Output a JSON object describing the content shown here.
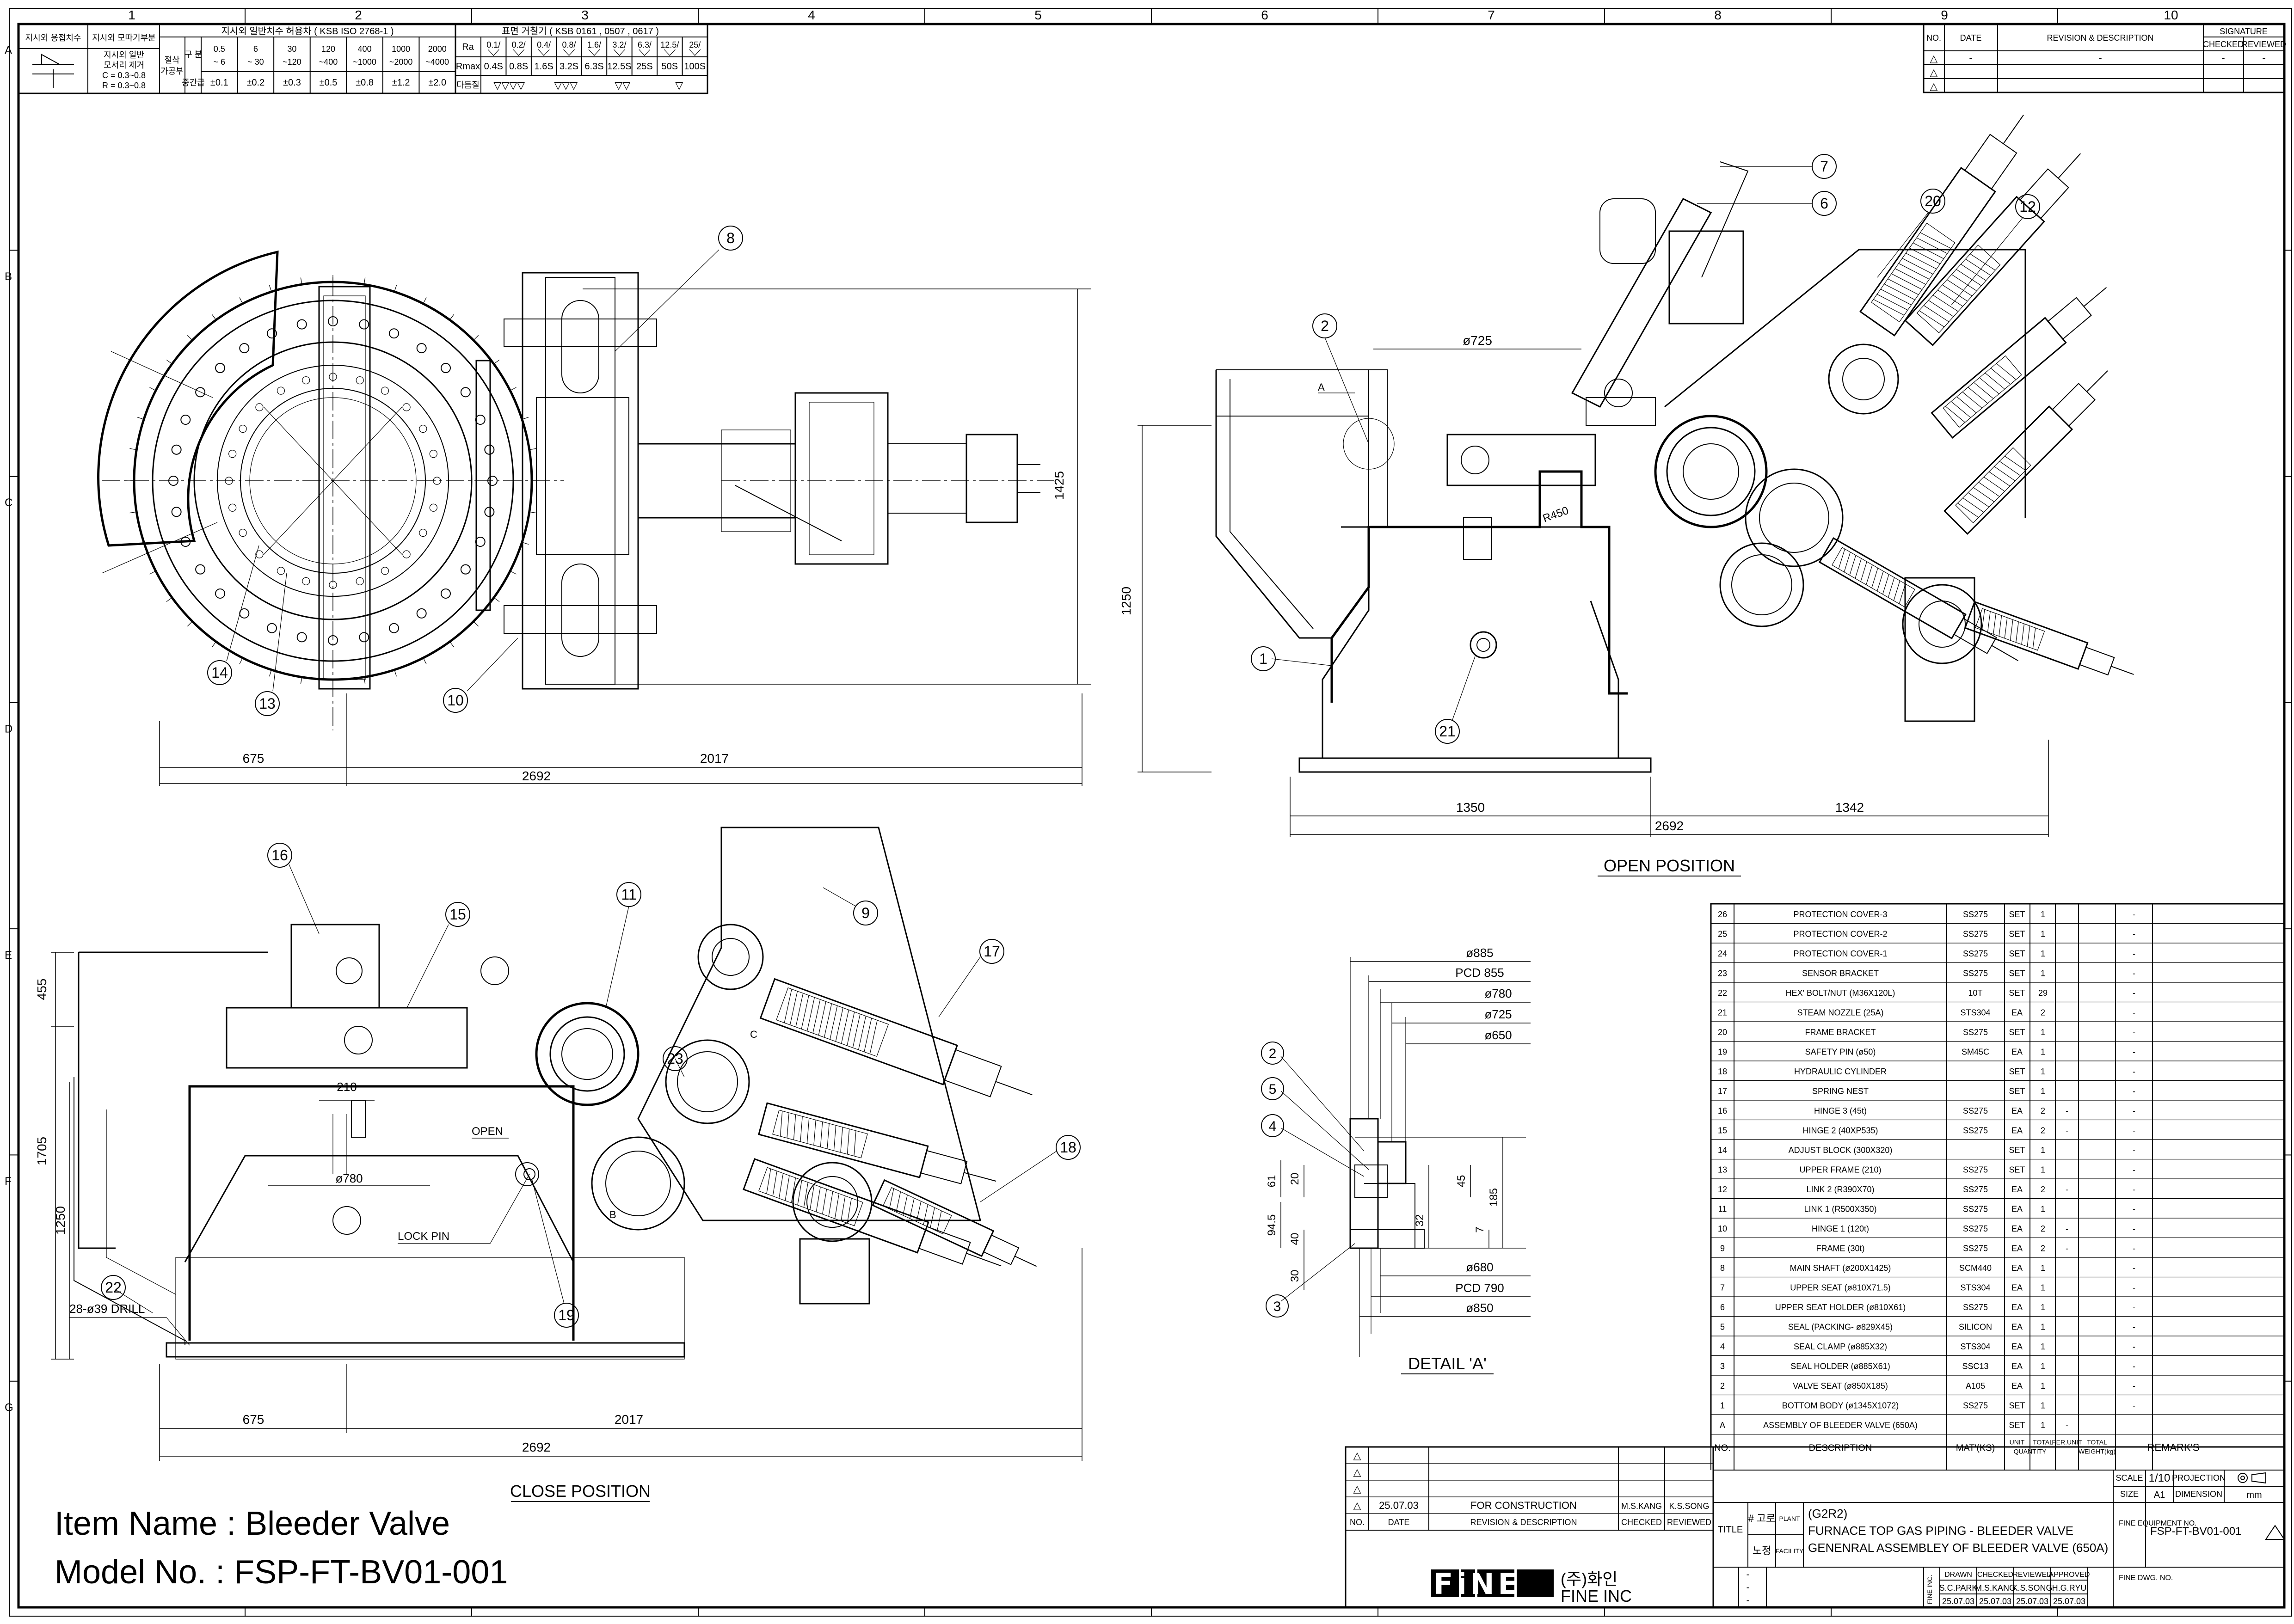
{
  "frame": {
    "col_numbers": [
      "1",
      "2",
      "3",
      "4",
      "5",
      "6",
      "7",
      "8",
      "9",
      "10"
    ],
    "row_letters": [
      "A",
      "B",
      "C",
      "D",
      "E",
      "F",
      "G"
    ]
  },
  "tolerance_table": {
    "col1_header": "지시외 용접치수",
    "col2_header": "지시외 모따기부분",
    "col2_line1": "지시외 일반",
    "col2_line2": "모서리 제거",
    "col2_line3": "C = 0.3~0.8",
    "col2_line4": "R = 0.3~0.8",
    "section_header": "지시외 일반치수 허용차 ( KSB ISO 2768-1 )",
    "side_label_1": "절삭",
    "side_label_2": "가공부",
    "row1_label": "구 분",
    "row2_label": "중간급",
    "ranges": [
      "0.5 ~ 6",
      "6 ~ 30",
      "30 ~120",
      "120 ~400",
      "400 ~1000",
      "1000 ~2000",
      "2000 ~4000"
    ],
    "tolerances": [
      "±0.1",
      "±0.2",
      "±0.3",
      "±0.5",
      "±0.8",
      "±1.2",
      "±2.0"
    ],
    "roughness_header": "표면 거칠기 ( KSB 0161 , 0507 , 0617 )",
    "ra_label": "Ra",
    "rmax_label": "Rmax",
    "finish_label": "다듬질",
    "ra_values": [
      "0.1/",
      "0.2/",
      "0.4/",
      "0.8/",
      "1.6/",
      "3.2/",
      "6.3/",
      "12.5/",
      "25/"
    ],
    "rmax_values": [
      "0.4S",
      "0.8S",
      "1.6S",
      "3.2S",
      "6.3S",
      "12.5S",
      "25S",
      "50S",
      "100S"
    ],
    "finish_symbols": [
      "▽▽▽▽",
      "▽▽▽",
      "▽▽",
      "▽"
    ]
  },
  "revision_block_top": {
    "headers": [
      "NO.",
      "DATE",
      "REVISION & DESCRIPTION",
      "SIGNATURE",
      "CHECKED",
      "REVIEWED"
    ],
    "rows": [
      {
        "no": "△",
        "date": "-",
        "desc": "-",
        "checked": "-",
        "reviewed": "-"
      },
      {
        "no": "△",
        "date": "",
        "desc": "",
        "checked": "",
        "reviewed": ""
      },
      {
        "no": "△",
        "date": "",
        "desc": "",
        "checked": "",
        "reviewed": ""
      }
    ]
  },
  "views": {
    "top_view": {
      "dims": [
        "675",
        "2017",
        "2692",
        "1425"
      ],
      "balloons": [
        "8",
        "10",
        "13",
        "14"
      ]
    },
    "open_view": {
      "title": "OPEN POSITION",
      "dims": [
        "ø725",
        "1250",
        "1350",
        "1342",
        "2692",
        "R450"
      ],
      "balloons": [
        "1",
        "2",
        "6",
        "7",
        "12",
        "20",
        "21"
      ],
      "detail_marker": "A"
    },
    "close_view": {
      "title": "CLOSE POSITION",
      "dims": [
        "455",
        "1705",
        "1250",
        "210",
        "ø780",
        "675",
        "2017",
        "2692"
      ],
      "notes": [
        "28-ø39 DRILL",
        "LOCK PIN",
        "OPEN"
      ],
      "balloons": [
        "9",
        "11",
        "15",
        "16",
        "17",
        "18",
        "19",
        "22",
        "23"
      ],
      "section_b": "B",
      "section_c": "C"
    },
    "detail_a": {
      "title": "DETAIL 'A'",
      "dims_top": [
        "ø885",
        "PCD 855",
        "ø780",
        "ø725",
        "ø650"
      ],
      "dims_bottom": [
        "ø680",
        "PCD 790",
        "ø850"
      ],
      "dims_side": [
        "61",
        "20",
        "94.5",
        "40",
        "30",
        "32",
        "45",
        "185",
        "7"
      ],
      "balloons": [
        "2",
        "5",
        "4",
        "3"
      ]
    }
  },
  "parts_list": {
    "headers": [
      "NO.",
      "DESCRIPTION",
      "MAT'(KS)",
      "UNIT",
      "TOTAL",
      "PER.UNIT",
      "TOTAL",
      "REMARK'S"
    ],
    "header_sub1": "QUANTITY",
    "header_sub2": "WEIGHT(kg)",
    "rows": [
      {
        "no": "26",
        "desc": "PROTECTION COVER-3",
        "mat": "SS275",
        "unit": "SET",
        "total": "1",
        "pu": "",
        "tw": "",
        "rem": "-"
      },
      {
        "no": "25",
        "desc": "PROTECTION COVER-2",
        "mat": "SS275",
        "unit": "SET",
        "total": "1",
        "pu": "",
        "tw": "",
        "rem": "-"
      },
      {
        "no": "24",
        "desc": "PROTECTION COVER-1",
        "mat": "SS275",
        "unit": "SET",
        "total": "1",
        "pu": "",
        "tw": "",
        "rem": "-"
      },
      {
        "no": "23",
        "desc": "SENSOR BRACKET",
        "mat": "SS275",
        "unit": "SET",
        "total": "1",
        "pu": "",
        "tw": "",
        "rem": "-"
      },
      {
        "no": "22",
        "desc": "HEX' BOLT/NUT (M36X120L)",
        "mat": "10T",
        "unit": "SET",
        "total": "29",
        "pu": "",
        "tw": "",
        "rem": "-"
      },
      {
        "no": "21",
        "desc": "STEAM NOZZLE (25A)",
        "mat": "STS304",
        "unit": "EA",
        "total": "2",
        "pu": "",
        "tw": "",
        "rem": "-"
      },
      {
        "no": "20",
        "desc": "FRAME BRACKET",
        "mat": "SS275",
        "unit": "SET",
        "total": "1",
        "pu": "",
        "tw": "",
        "rem": "-"
      },
      {
        "no": "19",
        "desc": "SAFETY PIN (ø50)",
        "mat": "SM45C",
        "unit": "EA",
        "total": "1",
        "pu": "",
        "tw": "",
        "rem": "-"
      },
      {
        "no": "18",
        "desc": "HYDRAULIC CYLINDER",
        "mat": "",
        "unit": "SET",
        "total": "1",
        "pu": "",
        "tw": "",
        "rem": "-"
      },
      {
        "no": "17",
        "desc": "SPRING NEST",
        "mat": "",
        "unit": "SET",
        "total": "1",
        "pu": "",
        "tw": "",
        "rem": "-"
      },
      {
        "no": "16",
        "desc": "HINGE 3 (45t)",
        "mat": "SS275",
        "unit": "EA",
        "total": "2",
        "pu": "-",
        "tw": "",
        "rem": "-"
      },
      {
        "no": "15",
        "desc": "HINGE 2 (40XP535)",
        "mat": "SS275",
        "unit": "EA",
        "total": "2",
        "pu": "-",
        "tw": "",
        "rem": "-"
      },
      {
        "no": "14",
        "desc": "ADJUST BLOCK (300X320)",
        "mat": "",
        "unit": "SET",
        "total": "1",
        "pu": "",
        "tw": "",
        "rem": "-"
      },
      {
        "no": "13",
        "desc": "UPPER FRAME (210)",
        "mat": "SS275",
        "unit": "SET",
        "total": "1",
        "pu": "",
        "tw": "",
        "rem": "-"
      },
      {
        "no": "12",
        "desc": "LINK 2 (R390X70)",
        "mat": "SS275",
        "unit": "EA",
        "total": "2",
        "pu": "-",
        "tw": "",
        "rem": "-"
      },
      {
        "no": "11",
        "desc": "LINK 1 (R500X350)",
        "mat": "SS275",
        "unit": "EA",
        "total": "1",
        "pu": "",
        "tw": "",
        "rem": "-"
      },
      {
        "no": "10",
        "desc": "HINGE 1 (120t)",
        "mat": "SS275",
        "unit": "EA",
        "total": "2",
        "pu": "-",
        "tw": "",
        "rem": "-"
      },
      {
        "no": "9",
        "desc": "FRAME (30t)",
        "mat": "SS275",
        "unit": "EA",
        "total": "2",
        "pu": "-",
        "tw": "",
        "rem": "-"
      },
      {
        "no": "8",
        "desc": "MAIN SHAFT (ø200X1425)",
        "mat": "SCM440",
        "unit": "EA",
        "total": "1",
        "pu": "",
        "tw": "",
        "rem": "-"
      },
      {
        "no": "7",
        "desc": "UPPER SEAT (ø810X71.5)",
        "mat": "STS304",
        "unit": "EA",
        "total": "1",
        "pu": "",
        "tw": "",
        "rem": "-"
      },
      {
        "no": "6",
        "desc": "UPPER SEAT HOLDER (ø810X61)",
        "mat": "SS275",
        "unit": "EA",
        "total": "1",
        "pu": "",
        "tw": "",
        "rem": "-"
      },
      {
        "no": "5",
        "desc": "SEAL (PACKING- ø829X45)",
        "mat": "SILICON",
        "unit": "EA",
        "total": "1",
        "pu": "",
        "tw": "",
        "rem": "-"
      },
      {
        "no": "4",
        "desc": "SEAL CLAMP (ø885X32)",
        "mat": "STS304",
        "unit": "EA",
        "total": "1",
        "pu": "",
        "tw": "",
        "rem": "-"
      },
      {
        "no": "3",
        "desc": "SEAL HOLDER (ø885X61)",
        "mat": "SSC13",
        "unit": "EA",
        "total": "1",
        "pu": "",
        "tw": "",
        "rem": "-"
      },
      {
        "no": "2",
        "desc": "VALVE SEAT (ø850X185)",
        "mat": "A105",
        "unit": "EA",
        "total": "1",
        "pu": "",
        "tw": "",
        "rem": "-"
      },
      {
        "no": "1",
        "desc": "BOTTOM BODY (ø1345X1072)",
        "mat": "SS275",
        "unit": "SET",
        "total": "1",
        "pu": "",
        "tw": "",
        "rem": "-"
      },
      {
        "no": "A",
        "desc": "ASSEMBLY OF BLEEDER VALVE (650A)",
        "mat": "",
        "unit": "SET",
        "total": "1",
        "pu": "-",
        "tw": "",
        "rem": ""
      }
    ]
  },
  "title_block": {
    "revisions": [
      {
        "no": "△",
        "date": "",
        "desc": "",
        "checked": "",
        "reviewed": ""
      },
      {
        "no": "△",
        "date": "",
        "desc": "",
        "checked": "",
        "reviewed": ""
      },
      {
        "no": "△",
        "date": "",
        "desc": "",
        "checked": "",
        "reviewed": ""
      },
      {
        "no": "△",
        "date": "25.07.03",
        "desc": "FOR CONSTRUCTION",
        "checked": "M.S.KANG",
        "reviewed": "K.S.SONG"
      }
    ],
    "rev_headers": [
      "NO.",
      "DATE",
      "REVISION & DESCRIPTION",
      "CHECKED",
      "REVIEWED"
    ],
    "title_label": "TITLE",
    "plant_kr": "# 고로",
    "plant_label": "PLANT",
    "facility_kr": "노정",
    "facility_label": "FACILITY",
    "title_line1": "(G2R2)",
    "title_line2": "FURNACE TOP GAS PIPING - BLEEDER VALVE",
    "title_line3": "GENENRAL ASSEMBLEY OF BLEEDER VALVE (650A)",
    "scale_label": "SCALE",
    "scale_value": "1/10",
    "projection_label": "PROJECTION",
    "size_label": "SIZE",
    "size_value": "A1",
    "dimension_label": "DIMENSION",
    "dimension_value": "mm",
    "equip_label": "FINE EQUIPMENT NO.",
    "equip_no": "FSP-FT-BV01-001",
    "sign_headers": [
      "DRAWN",
      "CHECKED",
      "REVIEWED",
      "APPROVED"
    ],
    "sign_names": [
      "S.C.PARK",
      "M.S.KANG",
      "K.S.SONG",
      "H.G.RYU"
    ],
    "sign_dates": [
      "25.07.03",
      "25.07.03",
      "25.07.03",
      "25.07.03"
    ],
    "fine_inc_label": "FINE INC.",
    "dwg_label": "FINE DWG. NO.",
    "dash": "-",
    "company_kr": "(주)화인",
    "company_en": "FINE INC",
    "logo_text": "FiNE"
  },
  "item_info": {
    "item_name": "Item Name : Bleeder Valve",
    "model_no": "Model No. : FSP-FT-BV01-001"
  }
}
